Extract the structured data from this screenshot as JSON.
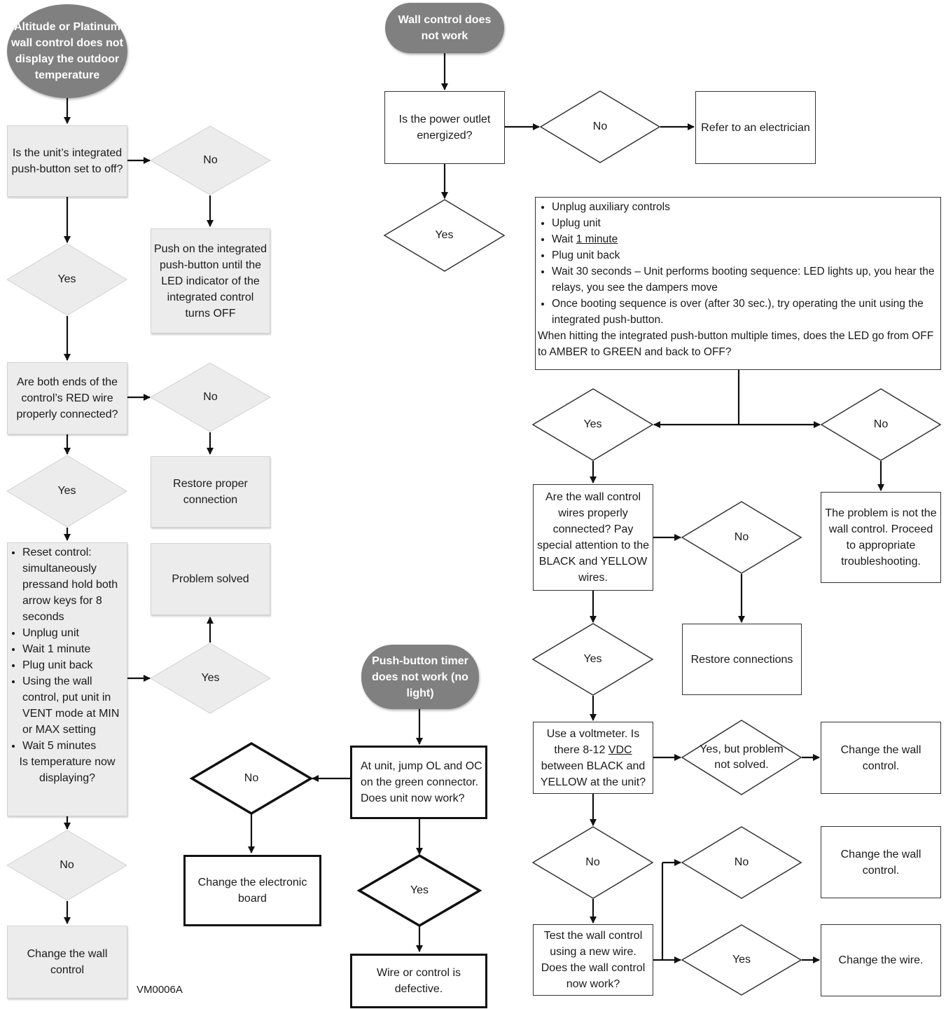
{
  "flow_left": {
    "start": "Altitude or Platinum wall control does not display the outdoor temperature",
    "q1": "Is the unit’s integrated push-button set to off?",
    "q1_no": "No",
    "act1": "Push on the integrated push-button until the LED indicator of the integrated control turns OFF",
    "q1_yes": "Yes",
    "q2": "Are both ends of the control’s RED wire properly connected?",
    "q2_no": "No",
    "act2": "Restore proper connection",
    "q2_yes": "Yes",
    "reset_steps": [
      "Reset control: simultaneously pressand hold both arrow keys for 8 seconds",
      "Unplug unit",
      "Wait 1 minute",
      "Plug unit back",
      "Using the wall control, put unit in VENT mode at MIN or MAX setting",
      "Wait 5 minutes"
    ],
    "reset_question": "Is temperature now displaying?",
    "q3_yes": "Yes",
    "solved": "Problem solved",
    "q3_no": "No",
    "end": "Change the wall control",
    "code": "VM0006A"
  },
  "flow_mid": {
    "start": "Push-button timer does not work (no light)",
    "q1": "At unit, jump OL and OC on the green connector. Does unit now work?",
    "q1_no": "No",
    "no_action": "Change the electronic board",
    "q1_yes": "Yes",
    "yes_action": "Wire or control is defective."
  },
  "flow_right": {
    "start": "Wall control does not work",
    "q1": "Is the power outlet energized?",
    "q1_no": "No",
    "electrician": "Refer to an electrician",
    "q1_yes": "Yes",
    "steps": [
      "Unplug auxiliary controls",
      "Uplug unit",
      "Wait",
      "Plug unit back",
      "Wait 30 seconds – Unit performs booting sequence: LED lights up, you hear the relays, you see the dampers move",
      "Once booting sequence is over (after 30 sec.), try operating the unit using the integrated push-button."
    ],
    "wait_time": "1 minute",
    "steps_question": "When hitting the integrated push-button multiple times, does the LED go from OFF to AMBER to GREEN and back to OFF?",
    "led_yes": "Yes",
    "led_no": "No",
    "not_wall": "The problem is not the wall control. Proceed to appropriate troubleshooting.",
    "q_wires": "Are the wall control wires properly connected? Pay special attention to the BLACK and YELLOW wires.",
    "wires_no": "No",
    "restore": "Restore connections",
    "wires_yes": "Yes",
    "q_volt_a": "Use a voltmeter. Is there 8-12",
    "q_volt_unit": "VDC",
    "q_volt_b": "between BLACK and YELLOW at the unit?",
    "volt_yes_but": "Yes, but problem not solved.",
    "change_wall_1": "Change the wall control.",
    "volt_no": "No",
    "q_test": "Test the wall control using a new wire. Does the wall control now work?",
    "test_no": "No",
    "change_wall_2": "Change the wall control.",
    "test_yes": "Yes",
    "change_wire": "Change the wire."
  }
}
